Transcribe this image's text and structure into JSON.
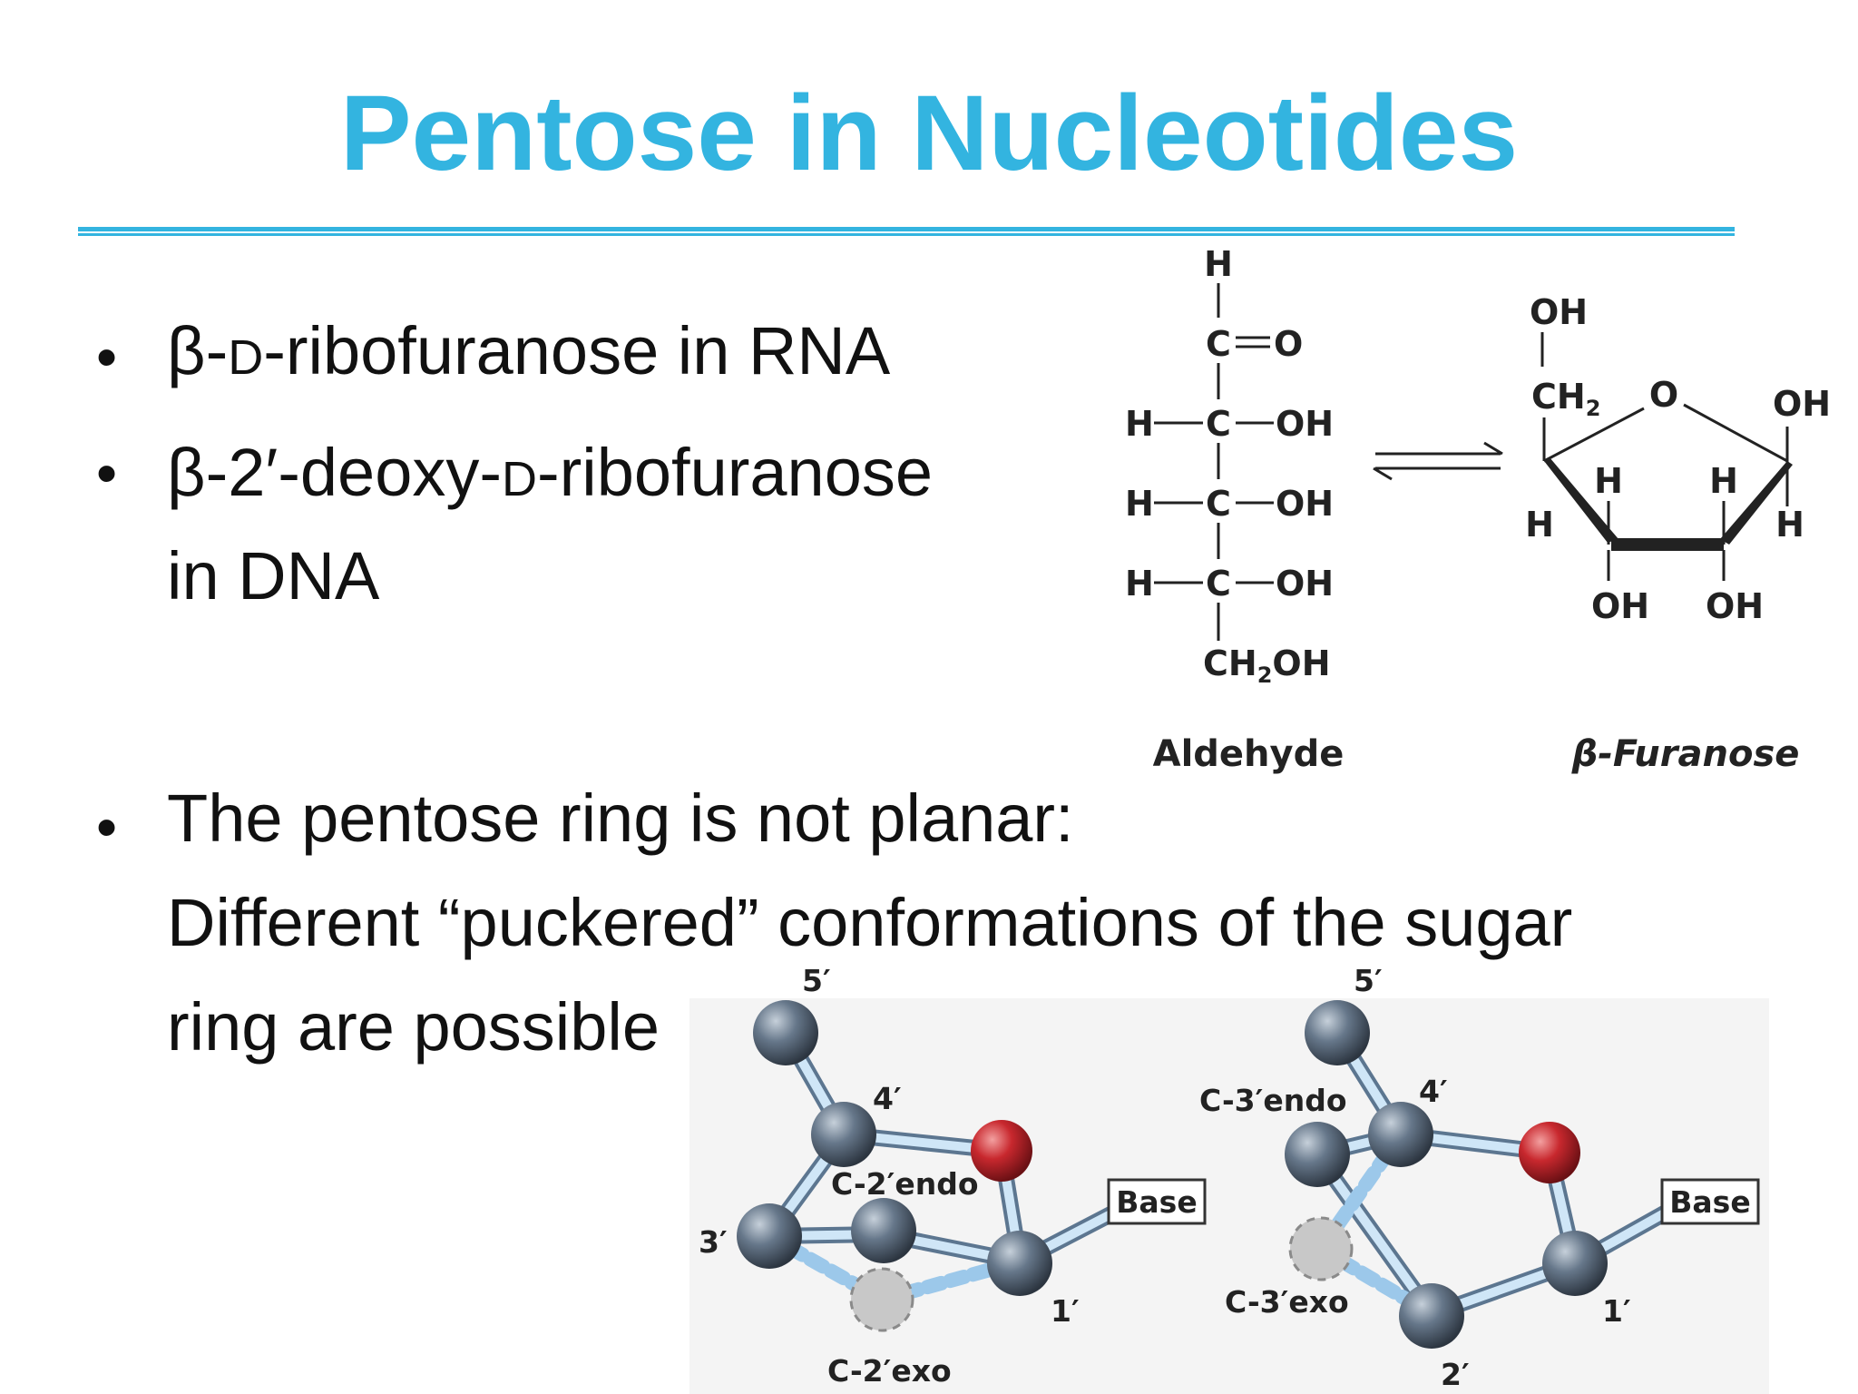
{
  "slide": {
    "title": "Pentose in Nucleotides",
    "bullet_mark": "•",
    "bullets": [
      {
        "prefix": "β-",
        "sc": "D",
        "suffix": "-ribofuranose in RNA"
      },
      {
        "prefix": "β-2′-deoxy-",
        "sc": "D",
        "suffix": "-ribofuranose",
        "line2": "in DNA"
      },
      {
        "line1": "The pentose ring is not planar:",
        "line2": "Different “puckered” conformations of the sugar",
        "line3": "ring are possible"
      }
    ]
  },
  "aldehyde": {
    "caption": "Aldehyde",
    "top_h": "H",
    "c": "C",
    "o": "O",
    "h": "H",
    "oh": "OH",
    "bottom": "CH",
    "bottom_sub": "2",
    "bottom_tail": "OH"
  },
  "furanose": {
    "caption": "β-Furanose",
    "top_oh": "OH",
    "ch": "CH",
    "ch_sub": "2",
    "ring_o": "O",
    "right_oh": "OH",
    "h": "H",
    "oh": "OH"
  },
  "model_left": {
    "label_5": "5′",
    "label_4": "4′",
    "label_3": "3′",
    "label_1": "1′",
    "endo": "C-2′endo",
    "exo": "C-2′exo",
    "base": "Base"
  },
  "model_right": {
    "label_5": "5′",
    "label_4": "4′",
    "label_2": "2′",
    "label_1": "1′",
    "endo": "C-3′endo",
    "exo": "C-3′exo",
    "base": "Base"
  },
  "colors": {
    "accent": "#33b4e0",
    "atom": "#5b6b7a",
    "oxygen": "#c8282e",
    "bond": "#9cc8ea",
    "ghost_atom": "#c8c8c8"
  }
}
